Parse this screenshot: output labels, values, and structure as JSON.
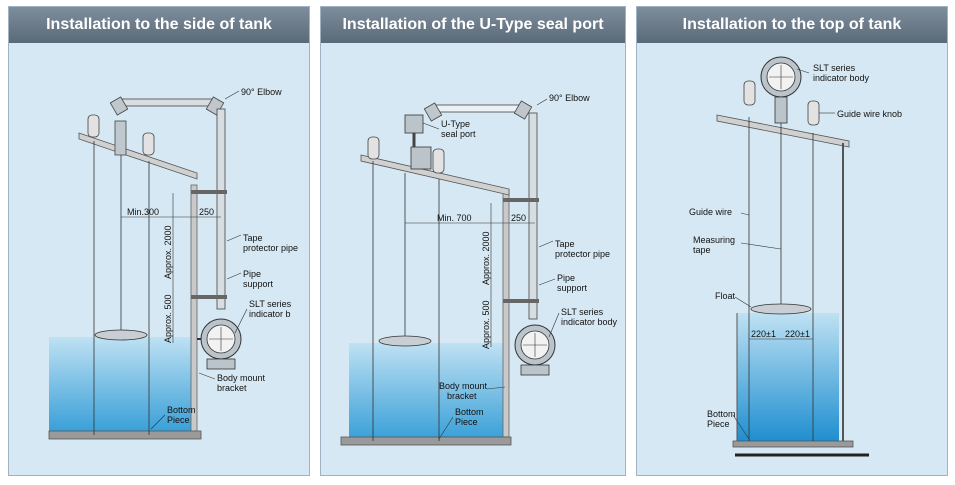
{
  "panels": [
    {
      "title": "Installation to the side of tank",
      "labels": {
        "elbow": "90° Elbow",
        "tape_pipe_1": "Tape",
        "tape_pipe_2": "protector pipe",
        "pipe_support_1": "Pipe",
        "pipe_support_2": "support",
        "slt_1": "SLT series",
        "slt_2": "indicator b",
        "bracket_1": "Body mount",
        "bracket_2": "bracket",
        "bottom_1": "Bottom",
        "bottom_2": "Piece",
        "min_dim": "Min.300",
        "dim_250": "250",
        "approx_2000": "Approx. 2000",
        "approx_500": "Approx. 500"
      }
    },
    {
      "title": "Installation of the U-Type seal port",
      "labels": {
        "elbow": "90° Elbow",
        "utype_1": "U-Type",
        "utype_2": "seal port",
        "tape_pipe_1": "Tape",
        "tape_pipe_2": "protector pipe",
        "pipe_support_1": "Pipe",
        "pipe_support_2": "support",
        "slt_1": "SLT series",
        "slt_2": "indicator body",
        "bracket_1": "Body mount",
        "bracket_2": "bracket",
        "bottom_1": "Bottom",
        "bottom_2": "Piece",
        "min_dim": "Min. 700",
        "dim_250": "250",
        "approx_2000": "Approx. 2000",
        "approx_500": "Approx. 500"
      }
    },
    {
      "title": "Installation to the top of tank",
      "labels": {
        "slt_1": "SLT series",
        "slt_2": "indicator body",
        "guide_knob": "Guide wire knob",
        "guide_wire": "Guide wire",
        "measuring_1": "Measuring",
        "measuring_2": "tape",
        "float": "Float",
        "dim_left": "220±1",
        "dim_right": "220±1",
        "bottom_1": "Bottom",
        "bottom_2": "Piece"
      }
    }
  ]
}
